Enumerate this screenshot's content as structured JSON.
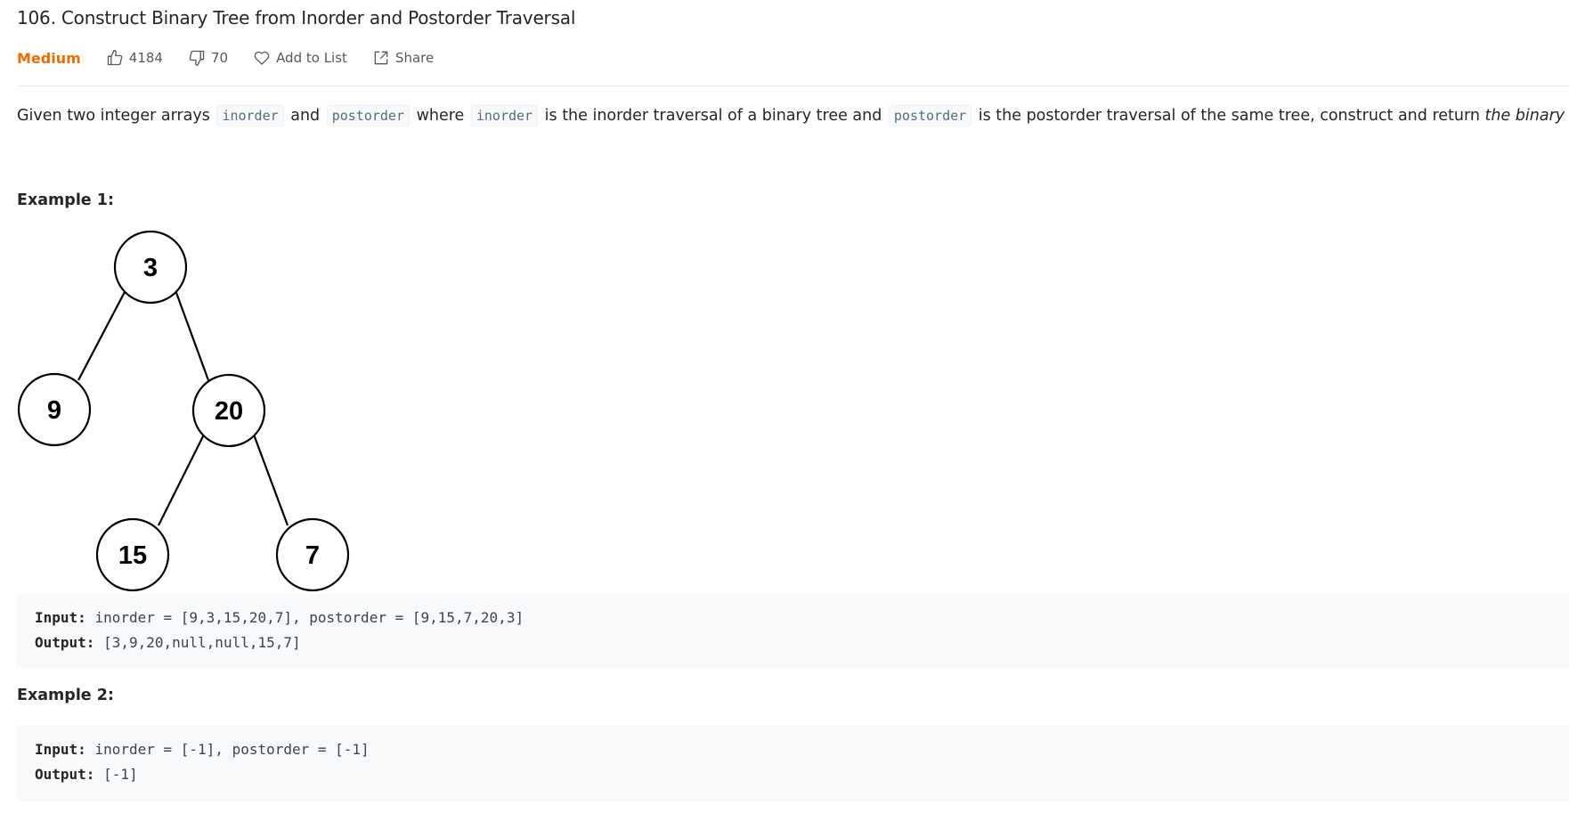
{
  "problem": {
    "number_title": "106. Construct Binary Tree from Inorder and Postorder Traversal",
    "difficulty": "Medium",
    "likes": "4184",
    "dislikes": "70",
    "add_to_list": "Add to List",
    "share": "Share"
  },
  "description": {
    "p1": "Given two integer arrays ",
    "c1": "inorder",
    "p2": " and ",
    "c2": "postorder",
    "p3": " where ",
    "c3": "inorder",
    "p4": " is the inorder traversal of a binary tree and ",
    "c4": "postorder",
    "p5": " is the postorder traversal of the same tree, construct and return ",
    "em": "the binary tree",
    "p6": "."
  },
  "example1": {
    "heading": "Example 1:",
    "tree": {
      "root": "3",
      "left": "9",
      "right": "20",
      "right_left": "15",
      "right_right": "7"
    },
    "input_label": "Input:",
    "input_value": "inorder = [9,3,15,20,7], postorder = [9,15,7,20,3]",
    "output_label": "Output:",
    "output_value": "[3,9,20,null,null,15,7]"
  },
  "example2": {
    "heading": "Example 2:",
    "input_label": "Input:",
    "input_value": "inorder = [-1], postorder = [-1]",
    "output_label": "Output:",
    "output_value": "[-1]"
  },
  "colors": {
    "difficulty_medium": "#ef6c00",
    "code_bg": "#f7f9fa",
    "icon_gray": "#595959"
  },
  "icons": {
    "like": "thumbs-up-icon",
    "dislike": "thumbs-down-icon",
    "add_to_list": "heart-icon",
    "share": "share-icon"
  }
}
